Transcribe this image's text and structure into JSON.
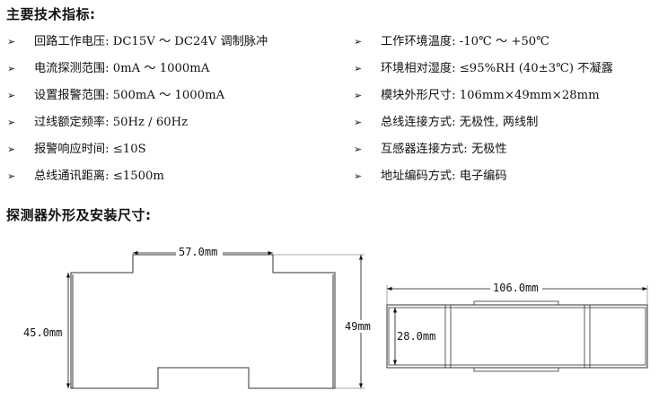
{
  "headings": {
    "specs": "主要技术指标:",
    "dimensions": "探测器外形及安装尺寸:"
  },
  "bullet_symbol": "➢",
  "specs_left": [
    "回路工作电压: DC15V ～ DC24V 调制脉冲",
    "电流探测范围: 0mA ～ 1000mA",
    "设置报警范围: 500mA ～ 1000mA",
    "过线额定频率: 50Hz / 60Hz",
    "报警响应时间: ≤10S",
    "总线通讯距离: ≤1500m"
  ],
  "specs_right": [
    "工作环境温度: -10℃ ～ +50℃",
    "环境相对湿度: ≤95%RH (40±3℃) 不凝露",
    "模块外形尺寸: 106mm×49mm×28mm",
    "总线连接方式: 无极性, 两线制",
    "互感器连接方式: 无极性",
    "地址编码方式: 电子编码"
  ],
  "drawing_front": {
    "top_width_label": "57.0mm",
    "left_height_label": "45.0mm",
    "right_height_label": "49mm"
  },
  "drawing_side": {
    "width_label": "106.0mm",
    "height_label": "28.0mm"
  }
}
